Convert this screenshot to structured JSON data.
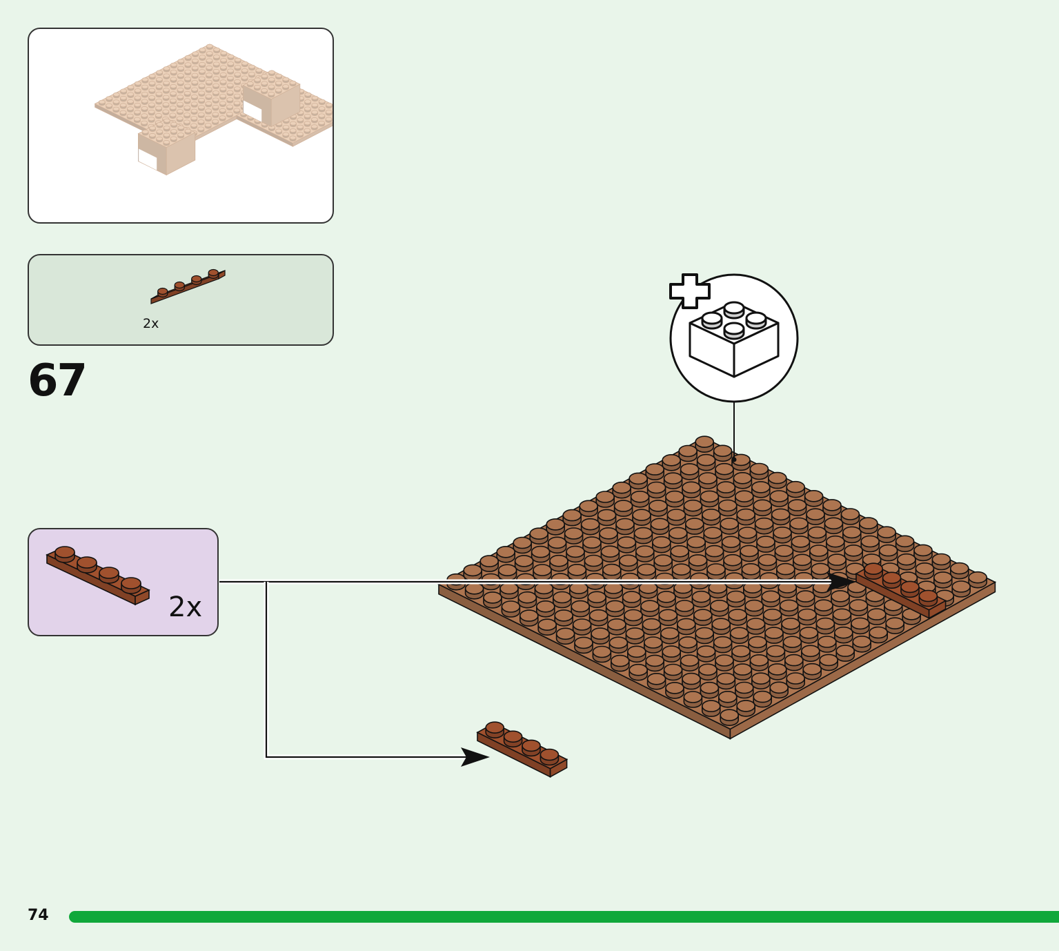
{
  "page": {
    "number": "74",
    "background": "#e9f5ea",
    "progress_color": "#10a83b",
    "progress_fraction": 1.0
  },
  "context_panel": {
    "background": "#ffffff",
    "model_color": "#e8c9ae"
  },
  "parts_list": {
    "background": "#d9e7d9",
    "items": [
      {
        "part": "plate-1x4",
        "color": "#a0512e",
        "quantity": "2x"
      }
    ]
  },
  "step": {
    "number": "67",
    "callout": {
      "background": "#e2d3ea",
      "part": "plate-1x4",
      "quantity": "2x"
    },
    "baseplate_color": "#ad7550",
    "plate_color": "#a0512e",
    "icon": "add-brick-icon"
  }
}
